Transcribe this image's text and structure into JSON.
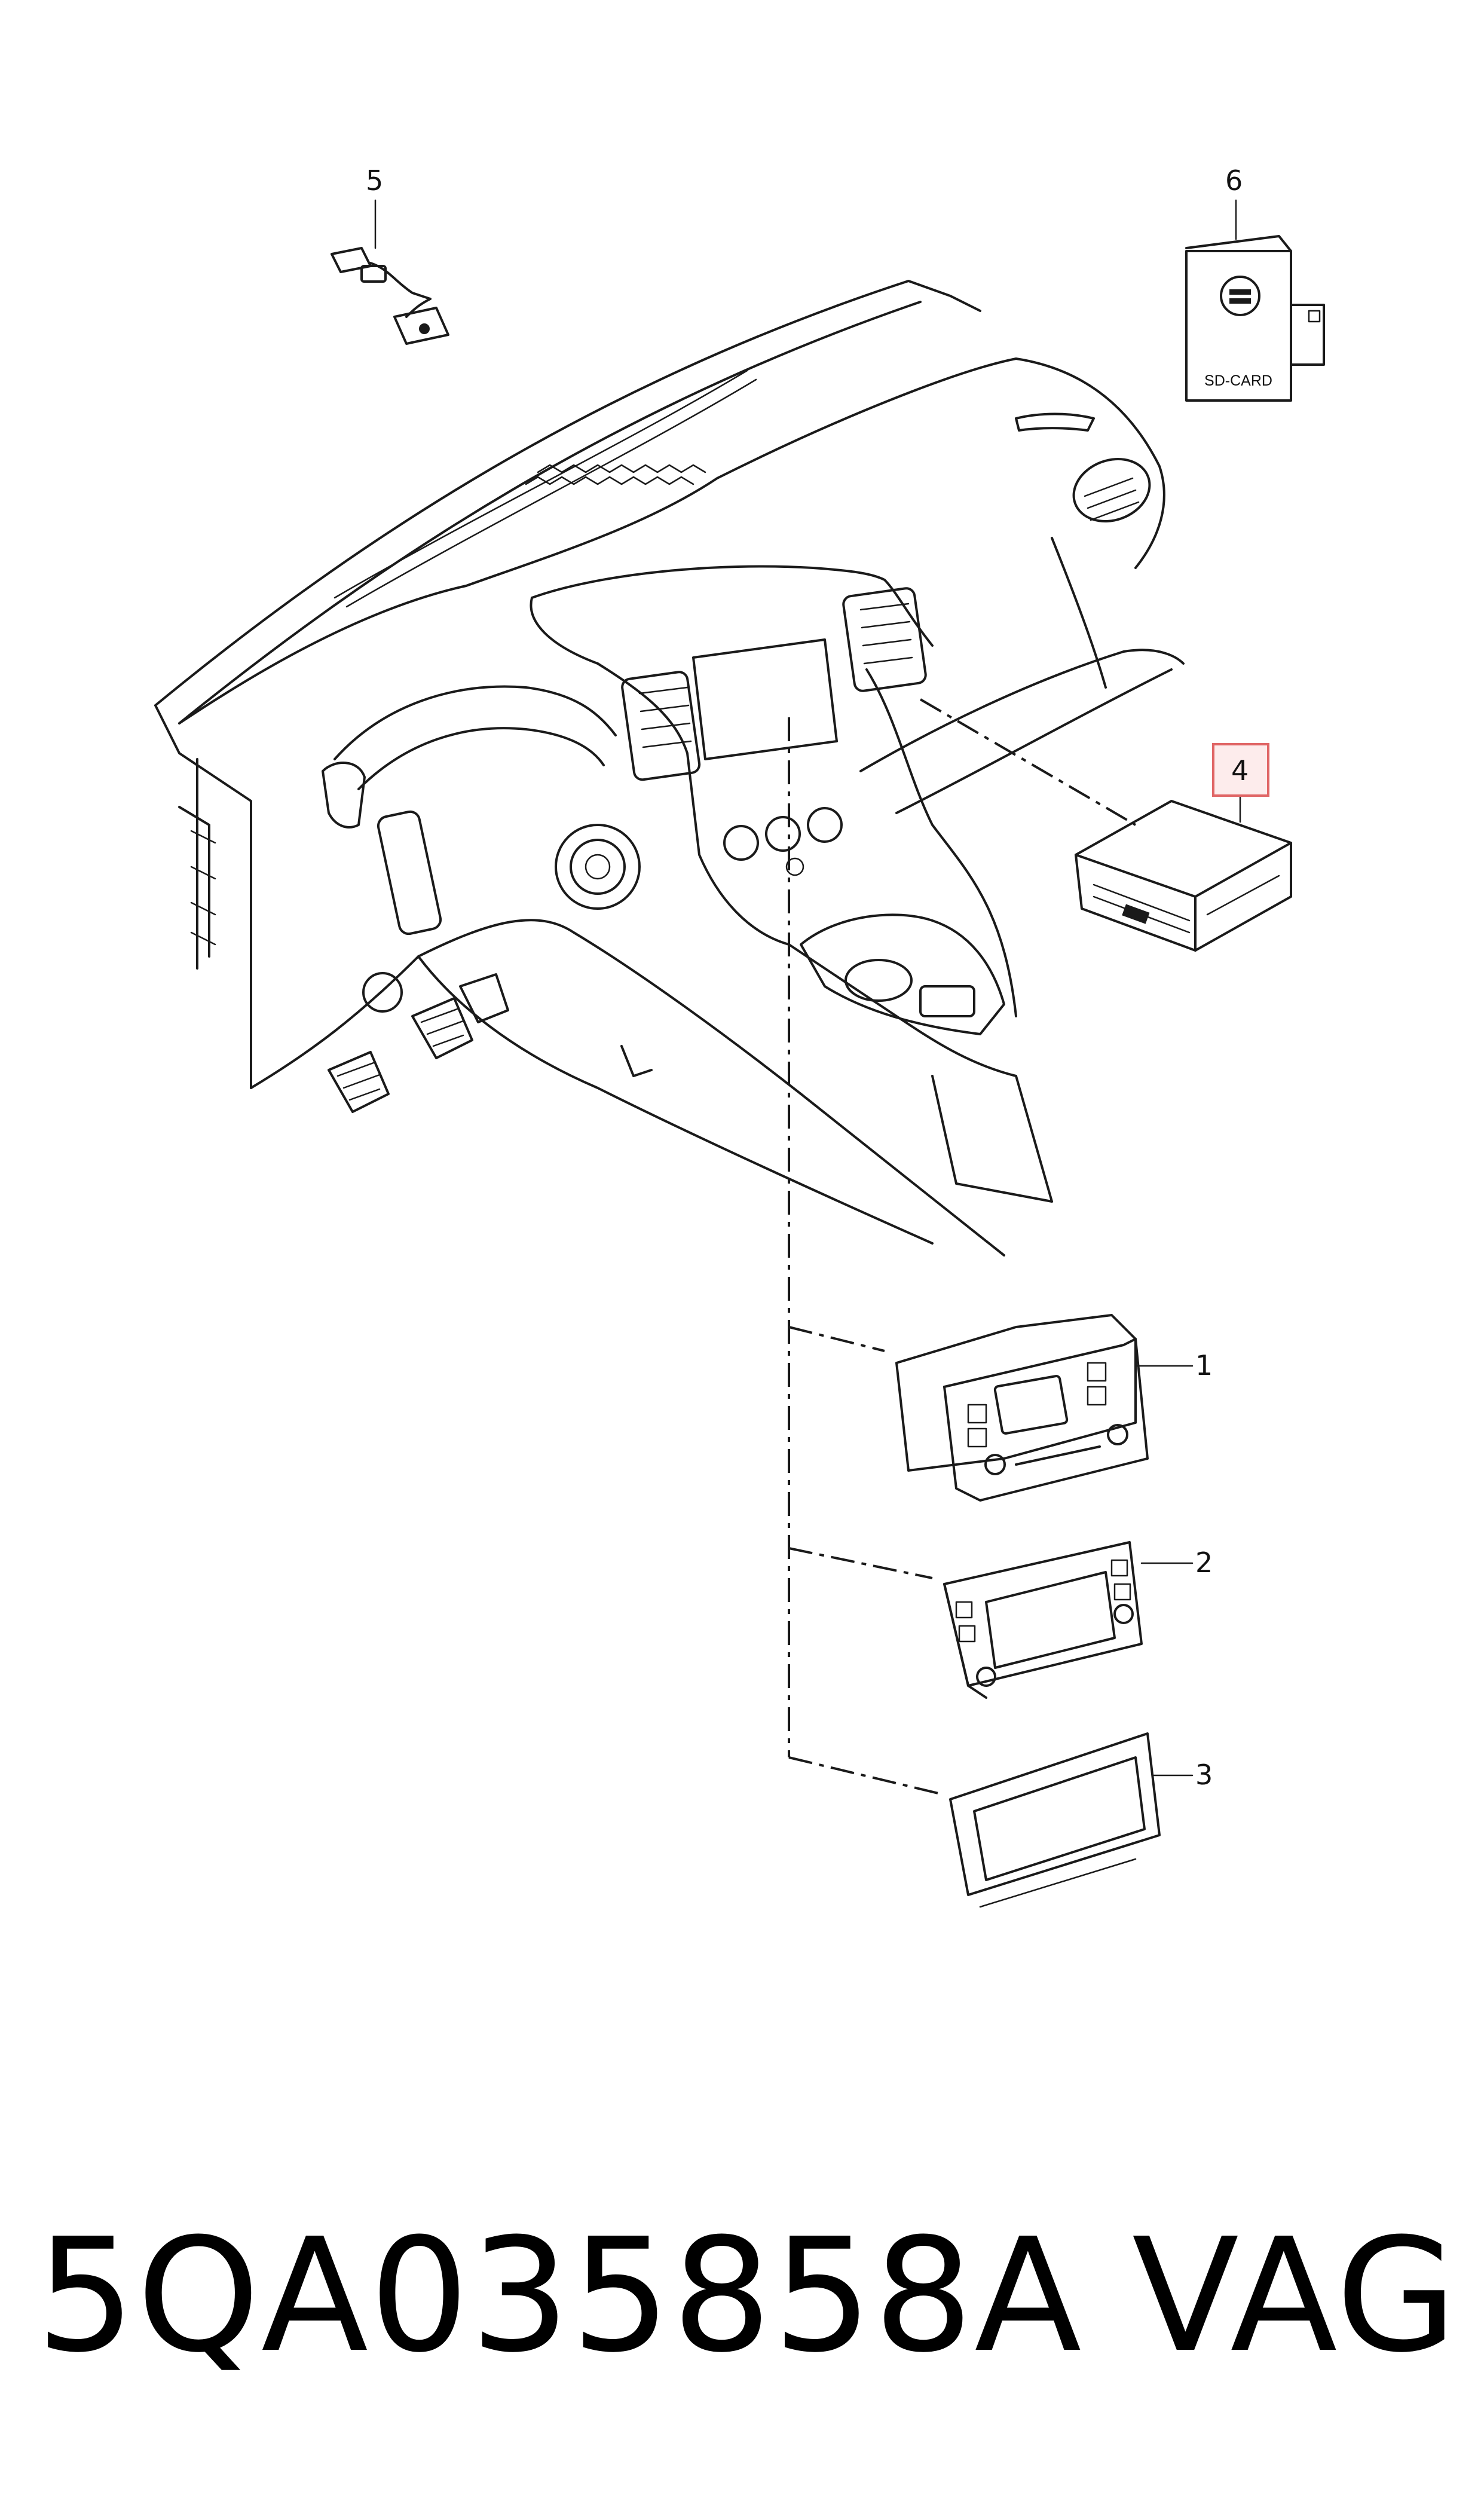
{
  "diagram": {
    "callouts": {
      "c1": "1",
      "c2": "2",
      "c3": "3",
      "c4": "4",
      "c5": "5",
      "c6": "6"
    },
    "sd_card_label": "SD-CARD",
    "highlight_color": "#e06666"
  },
  "caption": {
    "part_number": "5QA035858A",
    "brand": "VAG"
  }
}
